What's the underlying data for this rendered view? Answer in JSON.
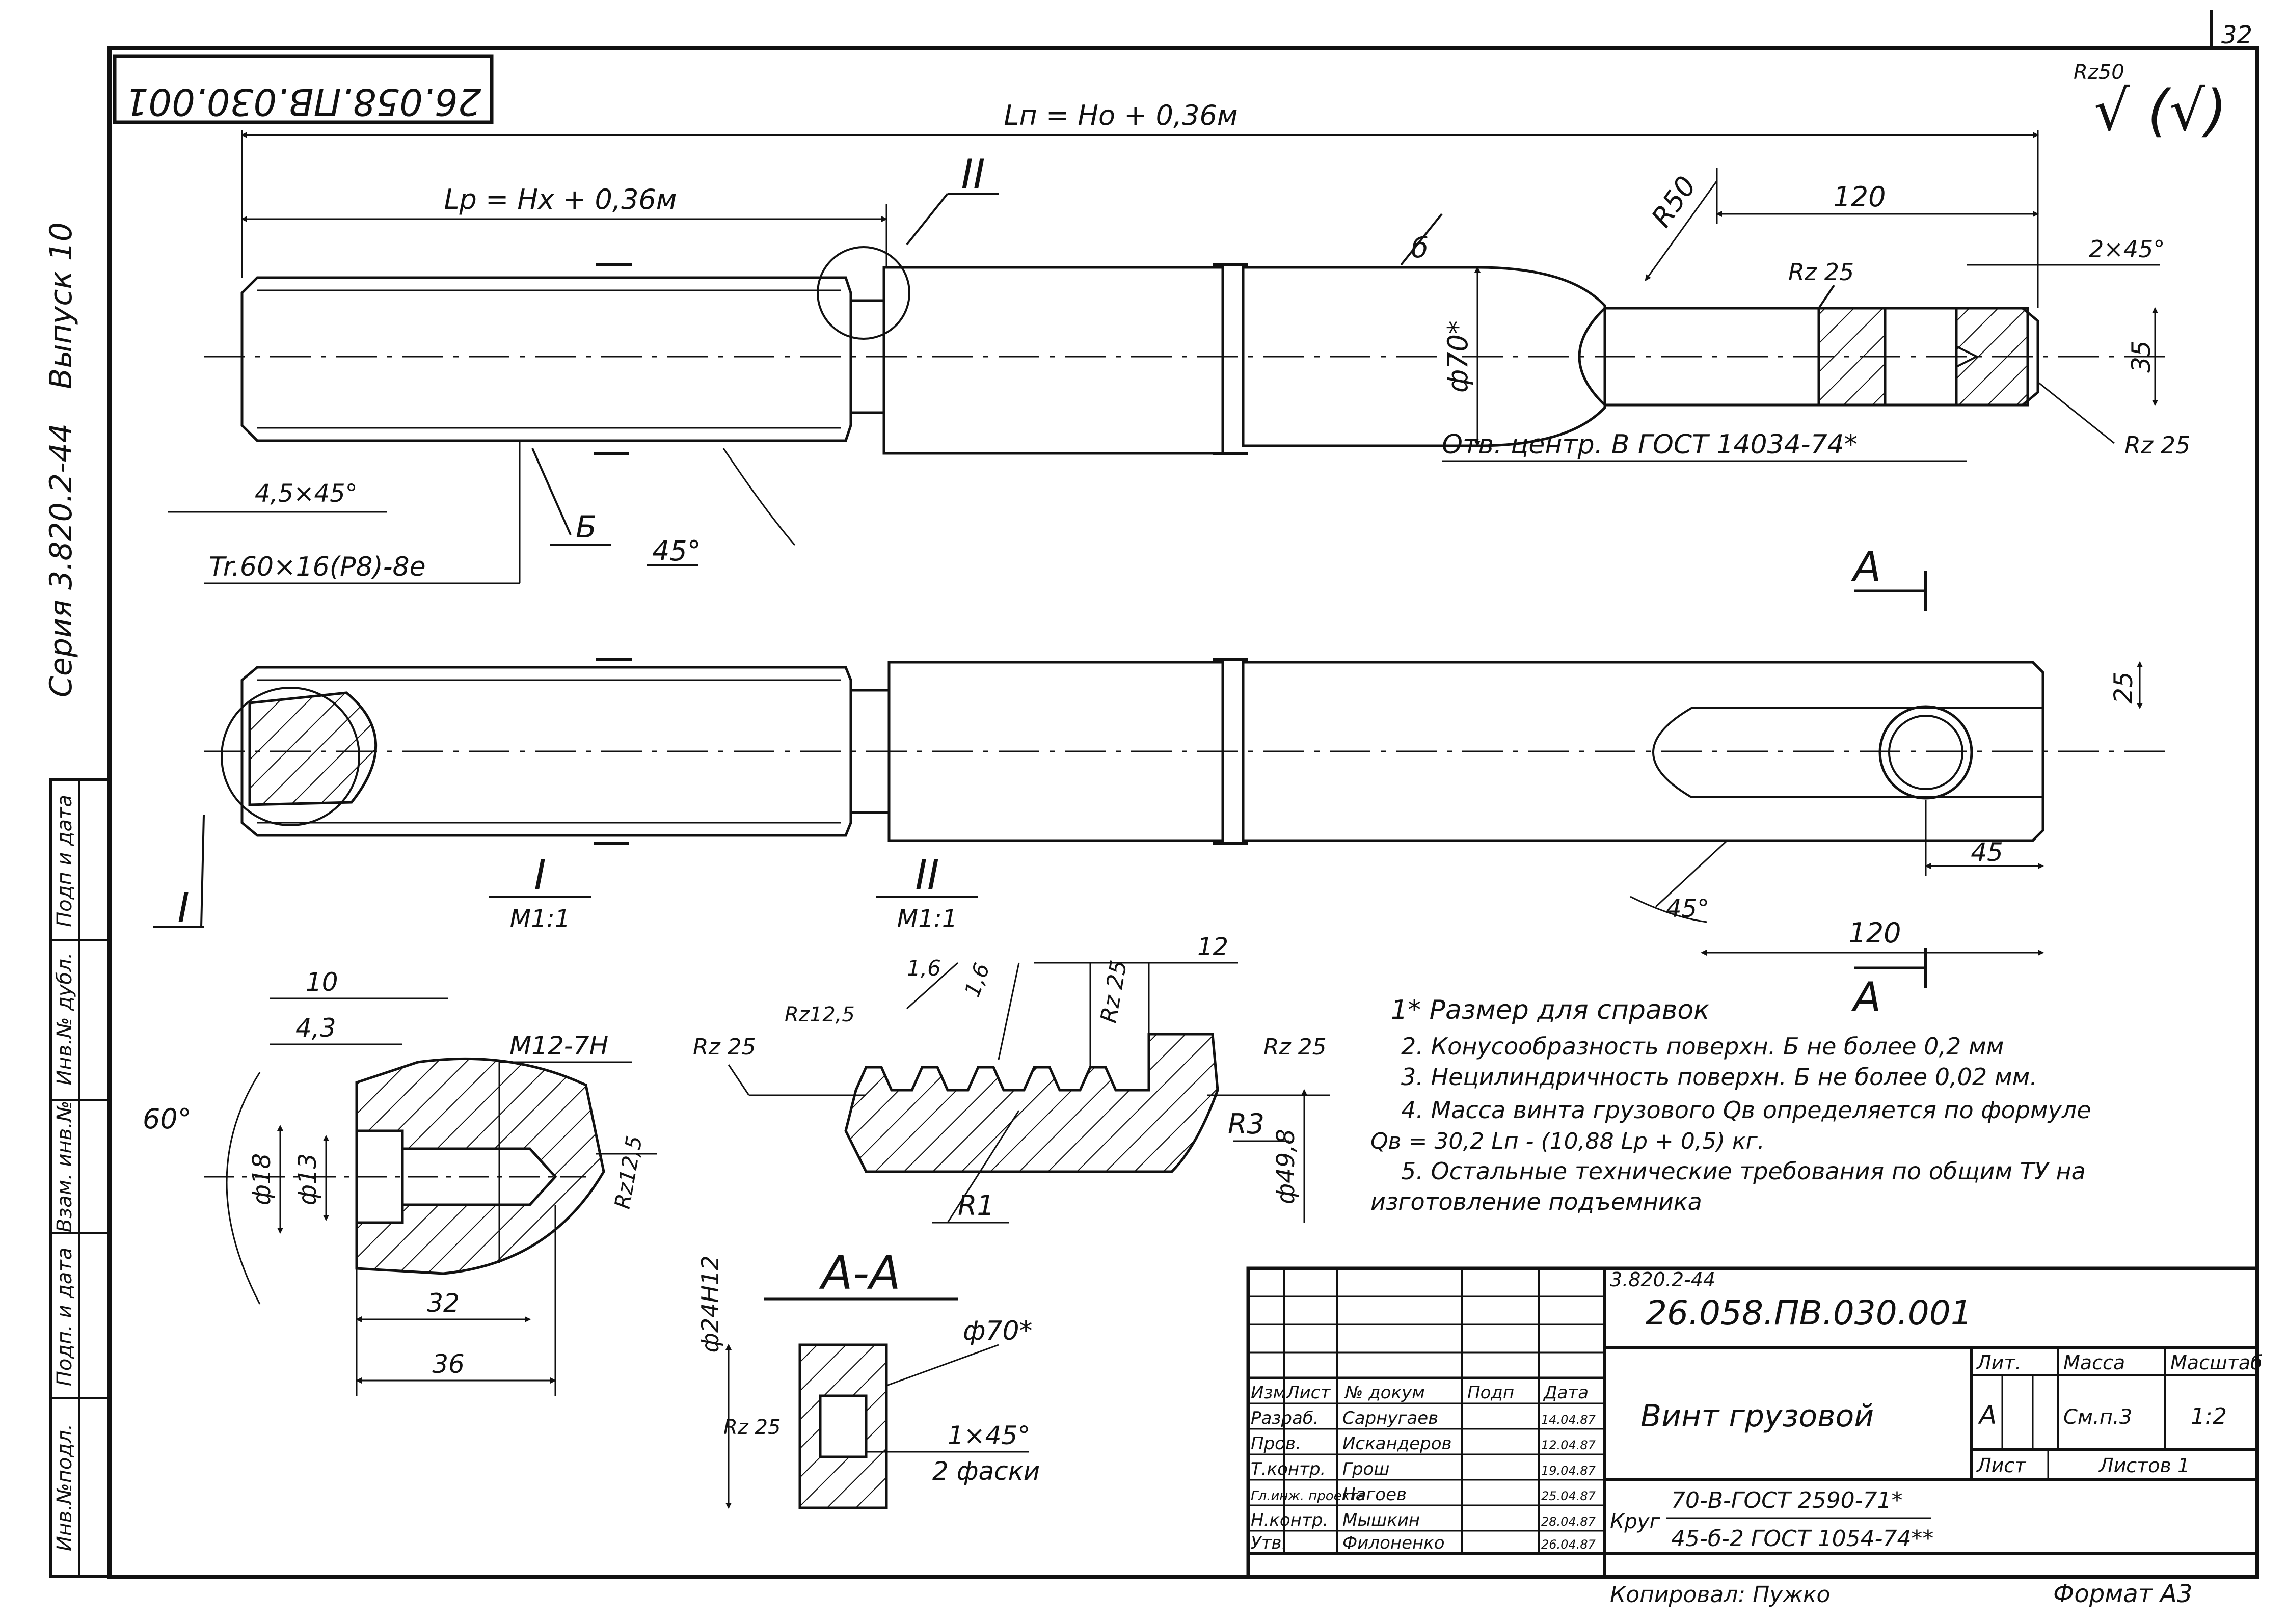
{
  "sheet": {
    "number": "32",
    "designation_rotated": "26.058.ПВ.030.001",
    "side_series": "Серия  3.820.2-44",
    "side_issue": "Выпуск 10",
    "side_fields": [
      "Подп и дата",
      "Инв.№ дубл.",
      "Взам. инв.№",
      "Подп. и дата",
      "Инв.№подл."
    ],
    "roughness_general": "Rz50",
    "roughness_general_mark": "√ (√)",
    "format": "Формат  А3",
    "copied": "Копировал:  Пужко"
  },
  "views": {
    "main": {
      "dim_total": "Lп = Hо + 0,36м",
      "dim_thread_len": "Lр = Hх + 0,36м",
      "callout_detail2": "II",
      "surface_b": "б",
      "dia70": "ф70*",
      "r50": "R50",
      "dim120": "120",
      "rz25": "Rz 25",
      "chamfer": "2×45°",
      "dim35": "35",
      "center_hole": "Отв. центр. В ГОСТ 14034-74*",
      "rz25_right": "Rz 25",
      "chamfer_thread": "4,5×45°",
      "surface_B": "Б",
      "angle45": "45°",
      "thread_spec": "Tr.60×16(P8)-8e"
    },
    "second": {
      "section_a_top": "А",
      "section_a_bottom": "А",
      "dim25": "25",
      "dim45": "45",
      "angle45": "45°",
      "dim120": "120",
      "callout_detail1": "I"
    },
    "detail1": {
      "title": "I",
      "scale": "М1:1",
      "dim10": "10",
      "dim43": "4,3",
      "thread": "М12-7Н",
      "angle60": "60°",
      "d18": "ф18",
      "d13": "ф13",
      "rz125": "Rz12,5",
      "dim32": "32",
      "dim36": "36"
    },
    "detail2": {
      "title": "II",
      "scale": "М1:1",
      "dim16a": "1,6",
      "dim16b": "1,6",
      "dim12": "12",
      "rz25a": "Rz 25",
      "rz125": "Rz12,5",
      "rz25b": "Rz 25",
      "rz25c": "Rz 25",
      "r3": "R3",
      "r1": "R1",
      "d498": "ф49,8"
    },
    "sectionAA": {
      "title": "А-А",
      "d24": "ф24Н12",
      "d70": "ф70*",
      "rz25": "Rz 25",
      "chamfer": "1×45°",
      "chamfer_note": "2 фаски"
    }
  },
  "notes": [
    "1* Размер для справок",
    "2. Конусообразность поверхн. Б не более  0,2 мм",
    "3. Нецилиндричность поверхн. Б не более  0,02 мм.",
    "4. Масса винта грузового Qв определяется по формуле",
    "Qв = 30,2 Lп - (10,88 Lр + 0,5) кг.",
    "5. Остальные технические требования по общим ТУ на",
    "изготовление подъемника"
  ],
  "title_block": {
    "series_code": "3.820.2-44",
    "designation": "26.058.ПВ.030.001",
    "name": "Винт грузовой",
    "headers": [
      "Изм",
      "Лист",
      "№ докум",
      "Подп",
      "Дата"
    ],
    "rows": [
      {
        "role": "Разраб.",
        "name": "Сарнугаев",
        "date": "14.04.87"
      },
      {
        "role": "Пров.",
        "name": "Искандеров",
        "date": "12.04.87"
      },
      {
        "role": "Т.контр.",
        "name": "Грош",
        "date": "19.04.87"
      },
      {
        "role": "Гл.инж. проекта",
        "name": "Нагоев",
        "date": "25.04.87"
      },
      {
        "role": "Н.контр.",
        "name": "Мышкин",
        "date": "28.04.87"
      },
      {
        "role": "Утв.",
        "name": "Филоненко",
        "date": "26.04.87"
      }
    ],
    "lit_label": "Лит.",
    "mass_label": "Масса",
    "scale_label": "Масштаб",
    "lit_value": "А",
    "mass_value": "См.п.3",
    "scale_value": "1:2",
    "sheet_label": "Лист",
    "sheets_label": "Листов 1",
    "material_prefix": "Круг",
    "material_top": "70-В-ГОСТ 2590-71*",
    "material_bottom": "45-б-2 ГОСТ 1054-74**"
  }
}
